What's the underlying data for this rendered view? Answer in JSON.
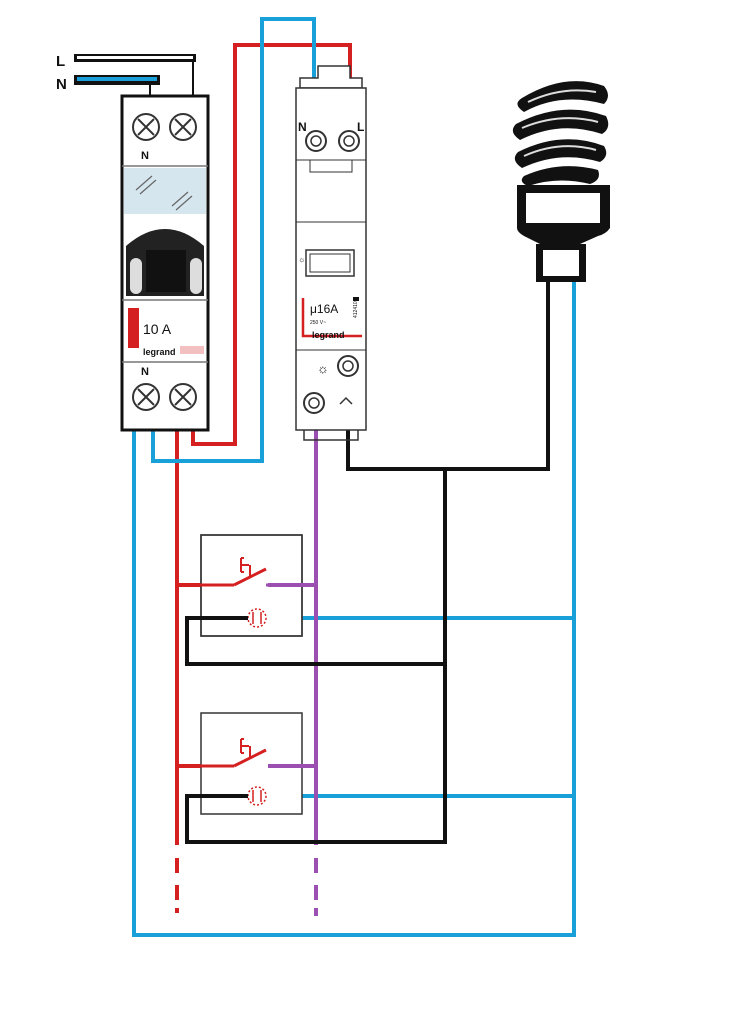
{
  "supply": {
    "line_label": "L",
    "neutral_label": "N"
  },
  "breaker": {
    "top_terminal_label": "N",
    "bottom_terminal_label": "N",
    "rating": "10 A",
    "brand": "legrand"
  },
  "relay": {
    "terminal_n_label": "N",
    "terminal_l_label": "L",
    "model": "μ16A",
    "voltage": "250 V~",
    "brand": "legrand",
    "side_code": "412410"
  },
  "colors": {
    "live": "#d42020",
    "neutral": "#1aa0d8",
    "control": "#9b4fb0",
    "load": "#111111"
  },
  "icons": [
    "bulb-icon",
    "pushbutton-icon",
    "lamp-symbol-icon",
    "breaker-icon",
    "relay-icon"
  ]
}
